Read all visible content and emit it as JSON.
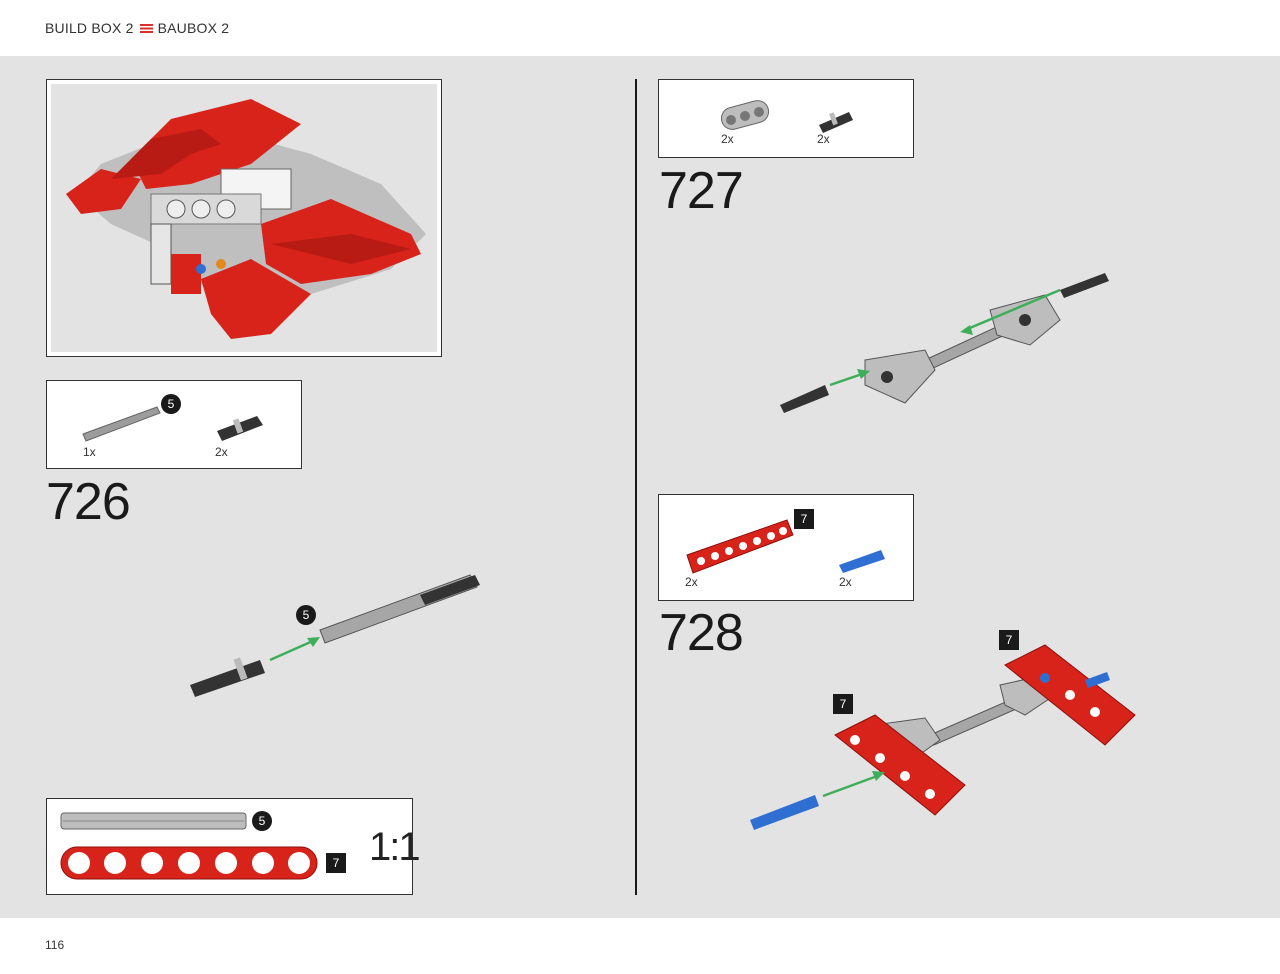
{
  "header": {
    "left": "BUILD BOX 2",
    "right": "BAUBOX 2"
  },
  "footer": {
    "page_number": "116"
  },
  "step_726": {
    "number": "726",
    "parts": [
      {
        "icon": "axle-icon",
        "qty": "1x",
        "badge": "5"
      },
      {
        "icon": "friction-pin-icon",
        "qty": "2x"
      }
    ],
    "callout_badge": "5"
  },
  "step_727": {
    "number": "727",
    "parts": [
      {
        "icon": "thick-liftarm-3-icon",
        "qty": "2x"
      },
      {
        "icon": "friction-pin-icon",
        "qty": "2x"
      }
    ]
  },
  "step_728": {
    "number": "728",
    "parts": [
      {
        "icon": "red-beam-7-icon",
        "qty": "2x",
        "badge": "7"
      },
      {
        "icon": "blue-pin-icon",
        "qty": "2x"
      }
    ],
    "callout_badges": [
      "7",
      "7"
    ]
  },
  "scale_box": {
    "axle_badge": "5",
    "beam_badge": "7",
    "scale_label": "1:1"
  },
  "colors": {
    "accent_red": "#d8312b",
    "background": "#e3e3e3",
    "arrow_green": "#3fae5a",
    "pin_blue": "#2f6fd1"
  }
}
